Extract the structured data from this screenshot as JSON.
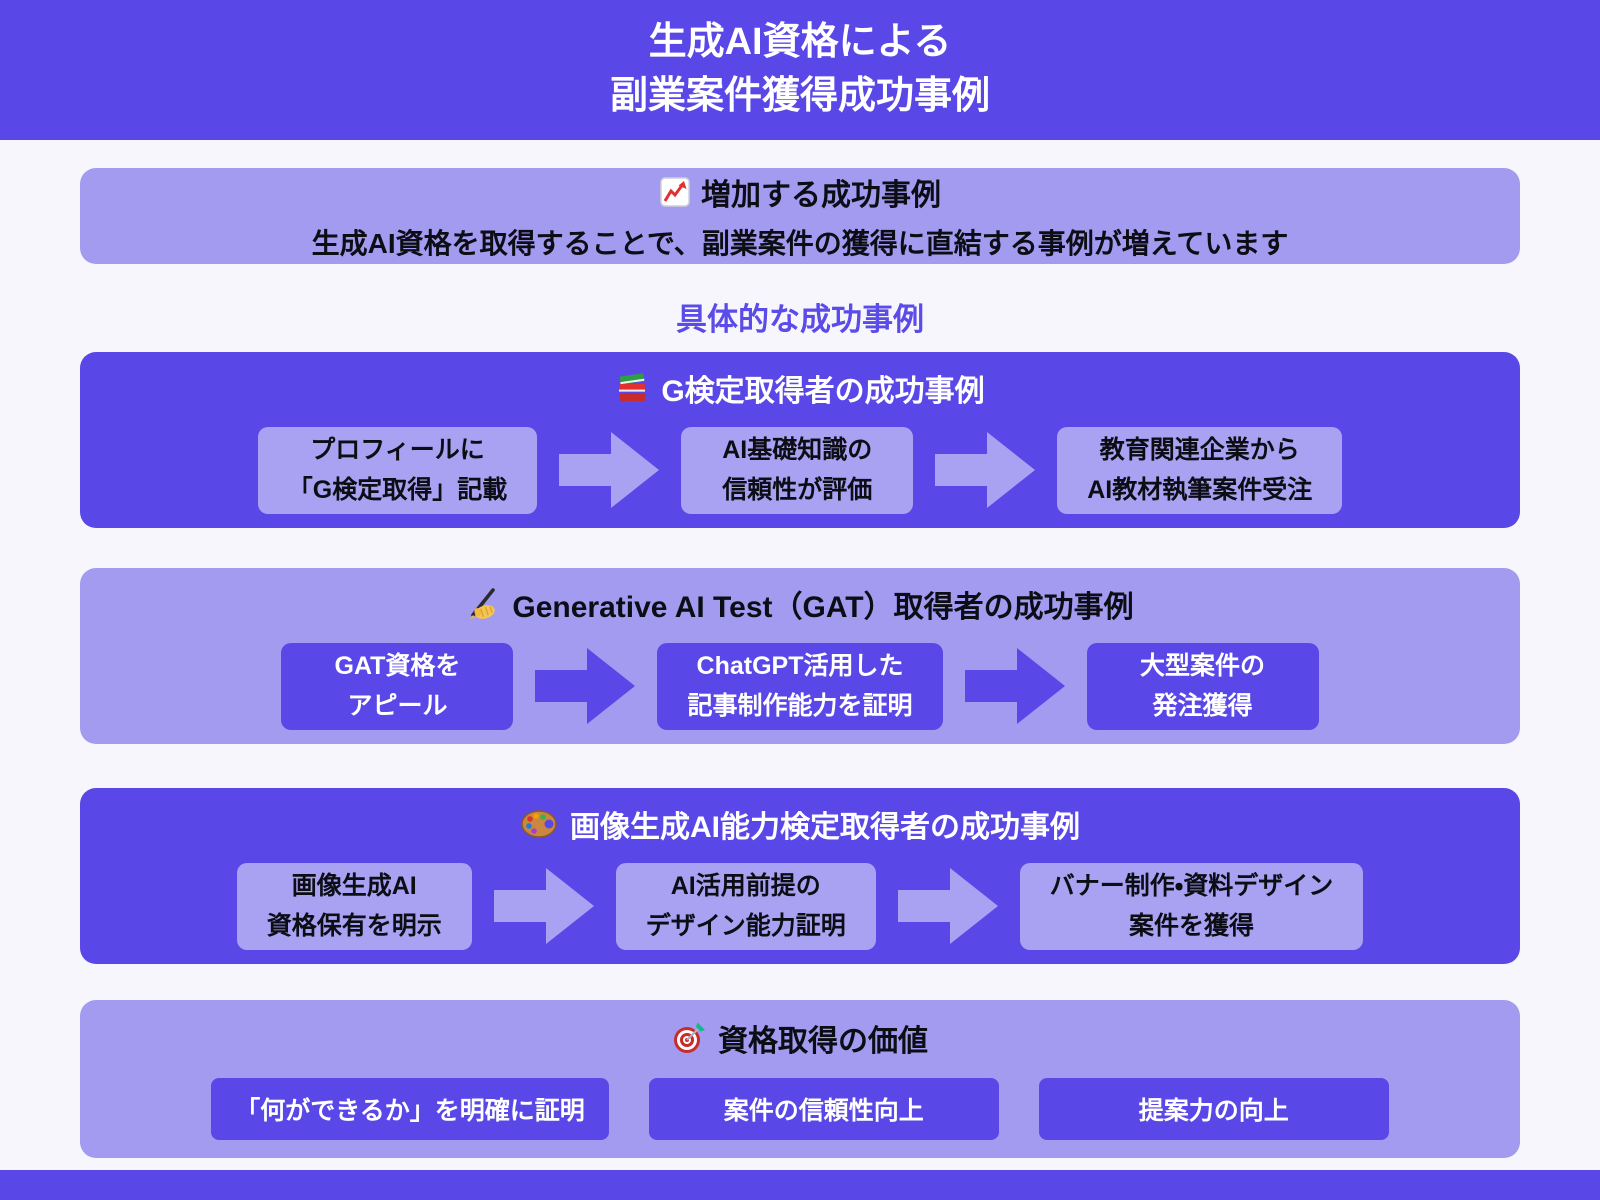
{
  "palette": {
    "accent_dark": "#5a47e8",
    "accent_light": "#a39bf0",
    "step_light": "#a9a2f2",
    "background": "#f7f6fd",
    "text_dark": "#0d0d16",
    "text_light": "#ffffff"
  },
  "header": {
    "title_line1": "生成AI資格による",
    "title_line2": "副業案件獲得成功事例"
  },
  "intro": {
    "icon": "chart-increasing-icon",
    "title": "増加する成功事例",
    "subtitle": "生成AI資格を取得することで、副業案件の獲得に直結する事例が増えています"
  },
  "section_heading": "具体的な成功事例",
  "sections": [
    {
      "id": "g-kentei",
      "theme": "dark",
      "icon": "books-icon",
      "title": "G検定取得者の成功事例",
      "steps": [
        {
          "line1": "プロフィールに",
          "line2": "「G検定取得」記載"
        },
        {
          "line1": "AI基礎知識の",
          "line2": "信頼性が評価"
        },
        {
          "line1": "教育関連企業から",
          "line2": "AI教材執筆案件受注"
        }
      ]
    },
    {
      "id": "gat",
      "theme": "light",
      "icon": "writing-hand-icon",
      "title": "Generative AI Test（GAT）取得者の成功事例",
      "steps": [
        {
          "line1": "GAT資格を",
          "line2": "アピール"
        },
        {
          "line1": "ChatGPT活用した",
          "line2": "記事制作能力を証明"
        },
        {
          "line1": "大型案件の",
          "line2": "発注獲得"
        }
      ]
    },
    {
      "id": "image",
      "theme": "dark",
      "icon": "palette-icon",
      "title": "画像生成AI能力検定取得者の成功事例",
      "steps": [
        {
          "line1": "画像生成AI",
          "line2": "資格保有を明示"
        },
        {
          "line1": "AI活用前提の",
          "line2": "デザイン能力証明"
        },
        {
          "line1": "バナー制作・資料デザイン",
          "line2": "案件を獲得"
        }
      ]
    }
  ],
  "value": {
    "icon": "target-icon",
    "title": "資格取得の価値",
    "items": [
      "「何ができるか」を明確に証明",
      "案件の信頼性向上",
      "提案力の向上"
    ]
  }
}
